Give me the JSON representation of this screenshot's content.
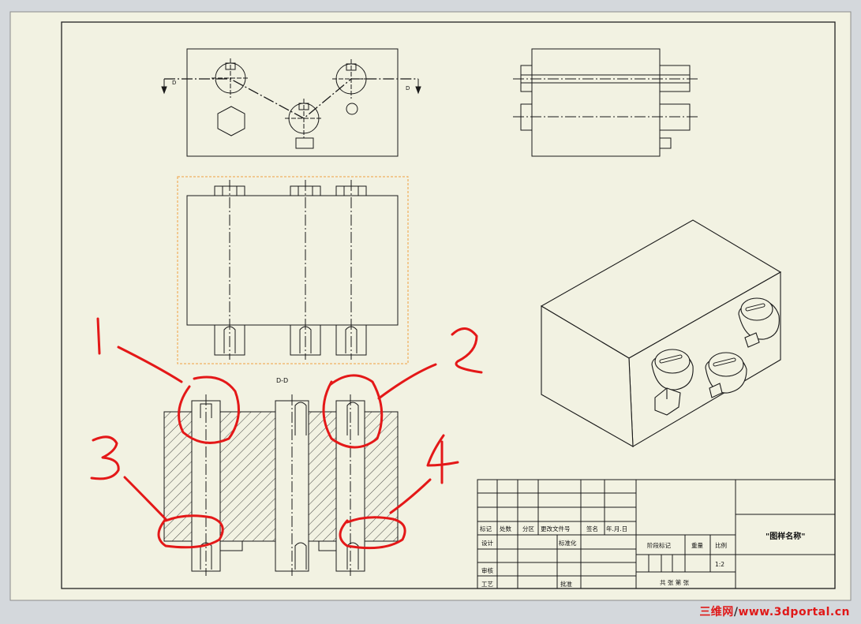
{
  "drawing": {
    "section_label": "D-D",
    "arrow_left_label": "D",
    "arrow_right_label": "D"
  },
  "annotations": [
    "1",
    "2",
    "3",
    "4"
  ],
  "title_block": {
    "drawing_name": "\"图样名称\"",
    "scale": "1:2",
    "row_headers": [
      "标记",
      "处数",
      "分区",
      "更改文件号",
      "签名",
      "年.月.日"
    ],
    "design": "设计",
    "standardize": "标准化",
    "review": "审核",
    "process": "工艺",
    "approve": "批准",
    "stage_mark": "阶段标记",
    "weight": "重量",
    "ratio": "比例",
    "sheets": "共 张 第 张"
  },
  "watermark": {
    "site": "三维网",
    "url": "www.3dportal.cn"
  },
  "colors": {
    "sheet": "#f2f2e2",
    "background": "#d4d8dc",
    "line": "#1a1a1a",
    "selection": "#f0a040",
    "markup": "#e41818"
  }
}
